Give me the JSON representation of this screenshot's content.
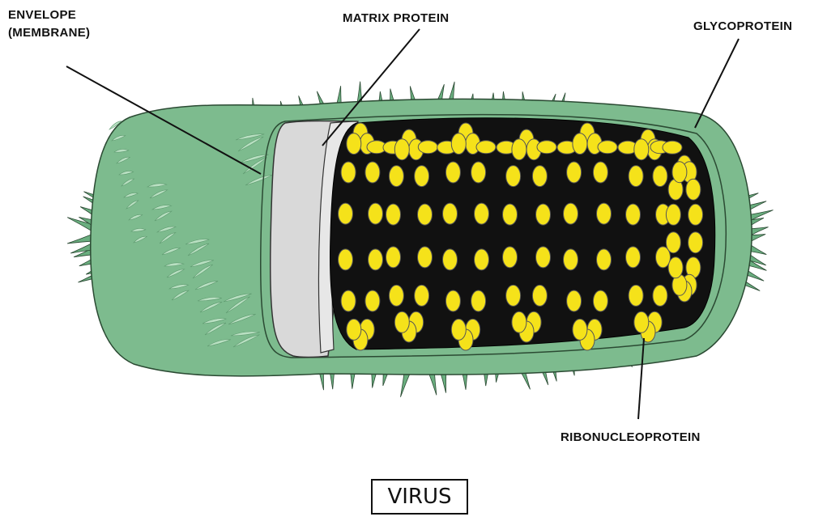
{
  "labels": {
    "envelope": "ENVELOPE",
    "membrane": "(MEMBRANE)",
    "matrix_protein": "MATRIX PROTEIN",
    "glycoprotein": "GLYCOPROTEIN",
    "ribonucleoprotein": "RIBONUCLEOPROTEIN"
  },
  "title": "VIRUS",
  "colors": {
    "envelope_green": "#7dbb8e",
    "spike_green": "#6aae7f",
    "spike_light": "#b9e0c2",
    "matrix_grey": "#d9d9d9",
    "core_black": "#111111",
    "rnp_yellow": "#f5e21a",
    "outline": "#222222"
  }
}
